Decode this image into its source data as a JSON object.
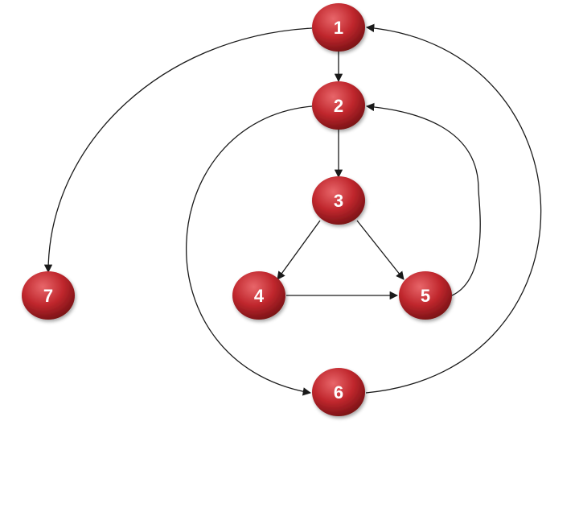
{
  "colors": {
    "node_fill": "#c0272d",
    "node_highlight": "#e8666a",
    "node_shadow": "#7a1216",
    "edge": "#1a1a1a",
    "label": "#ffffff"
  },
  "nodes": [
    {
      "id": "1",
      "label": "1"
    },
    {
      "id": "2",
      "label": "2"
    },
    {
      "id": "3",
      "label": "3"
    },
    {
      "id": "4",
      "label": "4"
    },
    {
      "id": "5",
      "label": "5"
    },
    {
      "id": "6",
      "label": "6"
    },
    {
      "id": "7",
      "label": "7"
    }
  ],
  "edges": [
    {
      "from": "1",
      "to": "2"
    },
    {
      "from": "1",
      "to": "7"
    },
    {
      "from": "2",
      "to": "3"
    },
    {
      "from": "2",
      "to": "6"
    },
    {
      "from": "3",
      "to": "4"
    },
    {
      "from": "3",
      "to": "5"
    },
    {
      "from": "4",
      "to": "5"
    },
    {
      "from": "5",
      "to": "2"
    },
    {
      "from": "6",
      "to": "1"
    }
  ]
}
